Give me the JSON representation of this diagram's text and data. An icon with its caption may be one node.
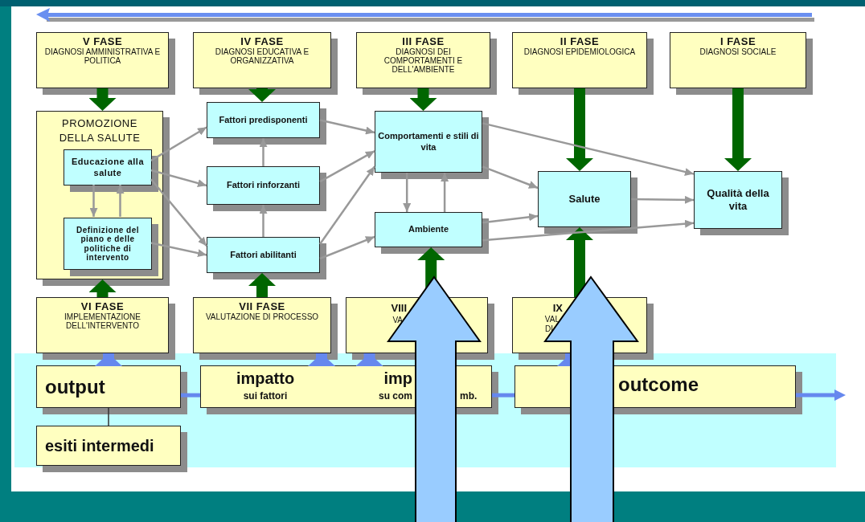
{
  "diagram": {
    "nodes": [
      {
        "text": [
          "V FASE",
          "DIAGNOSI AMMINISTRATIVA E POLITICA"
        ]
      },
      {
        "text": [
          "IV FASE",
          "DIAGNOSI EDUCATIVA E ORGANIZZATIVA"
        ]
      },
      {
        "text": [
          "III FASE",
          "DIAGNOSI DEI COMPORTAMENTI E DELL'AMBIENTE"
        ]
      },
      {
        "text": [
          "II FASE",
          "DIAGNOSI EPIDEMIOLOGICA"
        ]
      },
      {
        "text": [
          "I FASE",
          "DIAGNOSI SOCIALE"
        ]
      },
      {
        "text": [
          "PROMOZIONE DELLA SALUTE"
        ]
      },
      {
        "text": [
          "Educazione alla salute"
        ],
        "in": 5
      },
      {
        "text": [
          "Definizione del piano e delle politiche di intervento"
        ],
        "in": 5
      },
      {
        "text": [
          "Fattori predisponenti"
        ]
      },
      {
        "text": [
          "Fattori rinforzanti"
        ]
      },
      {
        "text": [
          "Fattori abilitanti"
        ]
      },
      {
        "text": [
          "Comportamenti e stili di vita"
        ]
      },
      {
        "text": [
          "Ambiente"
        ]
      },
      {
        "text": [
          "Salute"
        ]
      },
      {
        "text": [
          "Qualità della vita"
        ]
      },
      {
        "text": [
          "VI FASE",
          "IMPLEMENTAZIONE DELL'INTERVENTO"
        ]
      },
      {
        "text": [
          "VII FASE",
          "VALUTAZIONE DI PROCESSO"
        ]
      },
      {
        "text": [
          "VIII",
          "VA"
        ]
      },
      {
        "text": [
          "IX",
          "VAL",
          "DI"
        ]
      },
      {
        "text": [
          "output"
        ]
      },
      {
        "text": [
          "impatto",
          "sui fattori",
          "imp",
          "su com",
          "mb."
        ]
      },
      {
        "text": [
          "outcome"
        ]
      },
      {
        "text": [
          "esiti intermedi"
        ]
      }
    ],
    "edges": [
      {
        "from": 0,
        "to": 5,
        "arrow": "to",
        "style": "thick",
        "color": "#006600"
      },
      {
        "from": 1,
        "to": 8,
        "arrow": "to",
        "style": "thick",
        "color": "#006600"
      },
      {
        "from": 2,
        "to": 11,
        "arrow": "to",
        "style": "thick",
        "color": "#006600"
      },
      {
        "from": 3,
        "to": 13,
        "arrow": "to",
        "style": "thick",
        "color": "#006600"
      },
      {
        "from": 4,
        "to": 14,
        "arrow": "to",
        "style": "thick",
        "color": "#006600"
      },
      {
        "from": 15,
        "to": 5,
        "arrow": "to",
        "style": "thick",
        "color": "#006600"
      },
      {
        "from": 16,
        "to": 10,
        "arrow": "to",
        "style": "thick",
        "color": "#006600"
      },
      {
        "from": 17,
        "to": 12,
        "arrow": "to",
        "style": "thick",
        "color": "#006600"
      },
      {
        "from": 18,
        "to": 13,
        "arrow": "to",
        "style": "thick",
        "color": "#006600"
      },
      {
        "from": 19,
        "to": 15,
        "arrow": "to",
        "style": "thick",
        "color": "#6688ee"
      },
      {
        "from": 20,
        "to": 16,
        "arrow": "to",
        "style": "thick",
        "color": "#6688ee"
      },
      {
        "from": 20,
        "to": 17,
        "arrow": "to",
        "style": "thick",
        "color": "#6688ee"
      },
      {
        "from": 21,
        "to": 18,
        "arrow": "to",
        "style": "thick",
        "color": "#6688ee"
      },
      {
        "from": 19,
        "to": 20,
        "arrow": "none",
        "style": "thick",
        "color": "#6688ee"
      },
      {
        "from": 20,
        "to": 21,
        "arrow": "none",
        "style": "thick",
        "color": "#6688ee"
      },
      {
        "from": 21,
        "to": null,
        "arrow": "to",
        "style": "thick",
        "color": "#6688ee"
      },
      {
        "from": 19,
        "to": 22,
        "arrow": "none",
        "color": "#333333"
      },
      {
        "from": 6,
        "to": 8,
        "arrow": "to"
      },
      {
        "from": 6,
        "to": 9,
        "arrow": "to"
      },
      {
        "from": 6,
        "to": 10,
        "arrow": "to"
      },
      {
        "from": 7,
        "to": 10,
        "arrow": "to"
      },
      {
        "from": 6,
        "to": 7,
        "arrow": "to"
      },
      {
        "from": 7,
        "to": 6,
        "arrow": "to"
      },
      {
        "from": 10,
        "to": 9,
        "arrow": "to"
      },
      {
        "from": 9,
        "to": 8,
        "arrow": "to"
      },
      {
        "from": 8,
        "to": 11,
        "arrow": "to"
      },
      {
        "from": 9,
        "to": 11,
        "arrow": "to"
      },
      {
        "from": 10,
        "to": 11,
        "arrow": "to"
      },
      {
        "from": 10,
        "to": 12,
        "arrow": "to"
      },
      {
        "from": 11,
        "to": 12,
        "arrow": "to"
      },
      {
        "from": 12,
        "to": 11,
        "arrow": "to"
      },
      {
        "from": 11,
        "to": 13,
        "arrow": "to"
      },
      {
        "from": 12,
        "to": 13,
        "arrow": "to"
      },
      {
        "from": 11,
        "to": 14,
        "arrow": "to"
      },
      {
        "from": 13,
        "to": 14,
        "arrow": "to"
      },
      {
        "from": 12,
        "to": 14,
        "arrow": "to"
      }
    ]
  }
}
